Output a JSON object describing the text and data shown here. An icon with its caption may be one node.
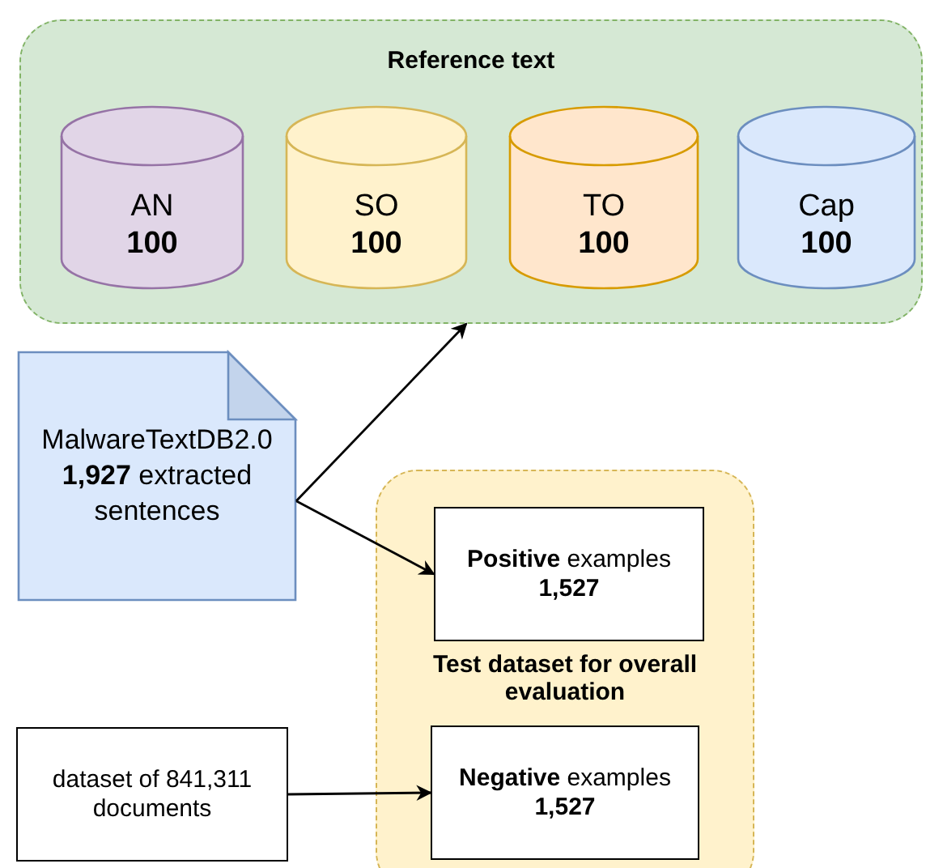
{
  "diagram": {
    "nodes": [
      {
        "text": [
          "Reference text"
        ]
      },
      {
        "text": [
          "AN",
          "100"
        ],
        "in": 0
      },
      {
        "text": [
          "SO",
          "100"
        ],
        "in": 0
      },
      {
        "text": [
          "TO",
          "100"
        ],
        "in": 0
      },
      {
        "text": [
          "Cap",
          "100"
        ],
        "in": 0
      },
      {
        "text": [
          "MalwareTextDB2.0 **1,927** extracted sentences"
        ]
      },
      {
        "text": [
          "Test dataset for overall evaluation"
        ]
      },
      {
        "text": [
          "**Positive** examples",
          "1,527"
        ],
        "in": 6
      },
      {
        "text": [
          "**Negative** examples",
          "1,527"
        ],
        "in": 6
      },
      {
        "text": [
          "dataset of 841,311 documents"
        ]
      }
    ],
    "edges": [
      {
        "from": 5,
        "to": 0,
        "arrow": "to"
      },
      {
        "from": 5,
        "to": 7,
        "arrow": "to"
      },
      {
        "from": 9,
        "to": 8,
        "arrow": "to"
      }
    ]
  }
}
